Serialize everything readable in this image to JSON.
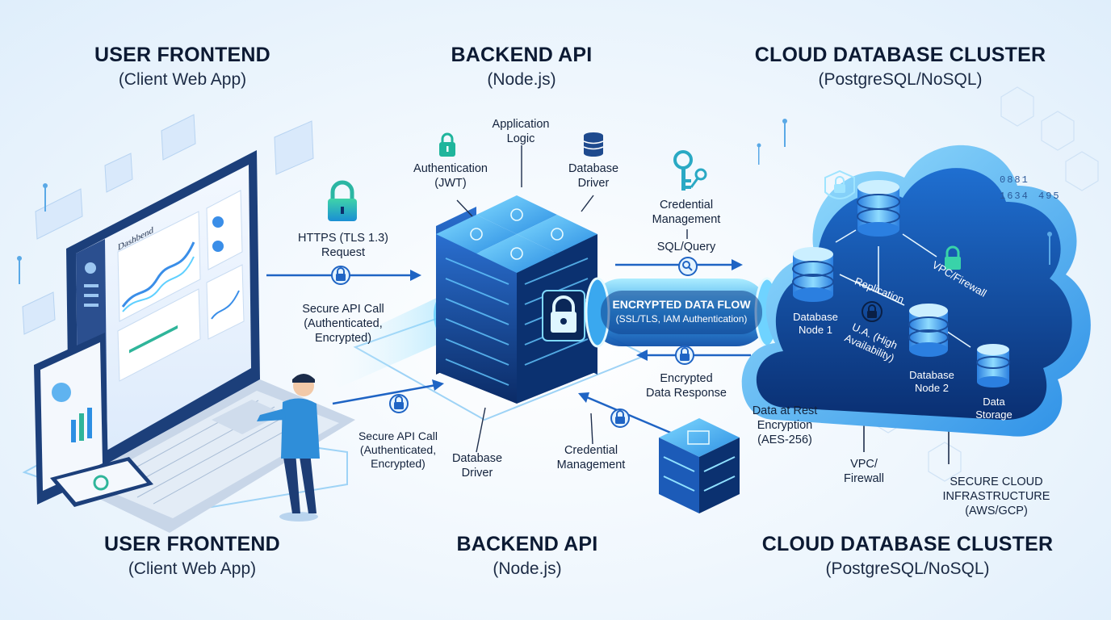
{
  "top": {
    "frontend": {
      "title": "USER FRONTEND",
      "subtitle": "(Client Web App)"
    },
    "backend": {
      "title": "BACKEND API",
      "subtitle": "(Node.js)"
    },
    "cloud": {
      "title": "CLOUD DATABASE CLUSTER",
      "subtitle": "(PostgreSQL/NoSQL)"
    }
  },
  "bottom": {
    "frontend": {
      "title": "USER FRONTEND",
      "subtitle": "(Client Web App)"
    },
    "backend": {
      "title": "BACKEND API",
      "subtitle": "(Node.js)"
    },
    "cloud": {
      "title": "CLOUD DATABASE CLUSTER",
      "subtitle": "(PostgreSQL/NoSQL)"
    }
  },
  "laptop": {
    "dashboard_title": "Dashbend"
  },
  "labels": {
    "https_request": {
      "line1": "HTTPS (TLS 1.3)",
      "line2": "Request"
    },
    "secure_api_call_top": {
      "line1": "Secure API Call",
      "line2": "(Authenticated,",
      "line3": "Encrypted)"
    },
    "secure_api_call_bottom": {
      "line1": "Secure API Call",
      "line2": "(Authenticated,",
      "line3": "Encrypted)"
    },
    "authentication": {
      "line1": "Authentication",
      "line2": "(JWT)"
    },
    "application_logic": {
      "line1": "Application",
      "line2": "Logic"
    },
    "database_driver_top": {
      "line1": "Database",
      "line2": "Driver"
    },
    "database_driver_bottom": {
      "line1": "Database",
      "line2": "Driver"
    },
    "credential_management_top": {
      "line1": "Credential",
      "line2": "Management"
    },
    "credential_management_bottom": {
      "line1": "Credential",
      "line2": "Management"
    },
    "sql_query": "SQL/Query",
    "encrypted_flow": {
      "line1": "ENCRYPTED DATA FLOW",
      "line2": "(SSL/TLS, IAM Authentication)"
    },
    "encrypted_response": {
      "line1": "Encrypted",
      "line2": "Data Response"
    },
    "data_at_rest": {
      "line1": "Data at Rest",
      "line2": "Encryption",
      "line3": "(AES-256)"
    },
    "vpc_firewall_bottom": {
      "line1": "VPC/",
      "line2": "Firewall"
    },
    "vpc_firewall_cloud": "VPC/Firewall",
    "replication": "Replication",
    "ha": {
      "line1": "U.A. (High",
      "line2": "Availability)"
    },
    "db_node_1": {
      "line1": "Database",
      "line2": "Node 1"
    },
    "db_node_2": {
      "line1": "Database",
      "line2": "Node 2"
    },
    "data_storage": {
      "line1": "Data",
      "line2": "Storage"
    },
    "secure_cloud": {
      "line1": "SECURE CLOUD",
      "line2": "INFRASTRUCTURE",
      "line3": "(AWS/GCP)"
    },
    "digits_1": "0881",
    "digits_2": "1634",
    "digits_3": "495"
  },
  "colors": {
    "accent": "#1e88e5",
    "cyan": "#27c4ef",
    "navy": "#0c2f6b",
    "teal": "#1fb59c"
  }
}
